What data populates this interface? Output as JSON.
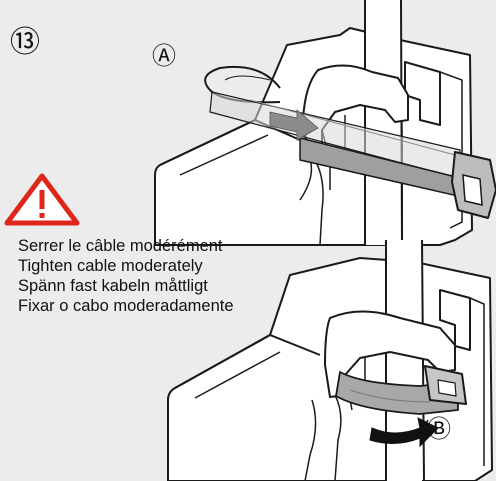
{
  "step": {
    "number": "⑬"
  },
  "callouts": {
    "a": "Ⓐ",
    "b": "Ⓑ"
  },
  "warning": {
    "icon": "warning-triangle-icon",
    "color": "#e0251b"
  },
  "instructions": [
    "Serrer le câble modérément",
    "Tighten cable moderately",
    "Spänn fast kabeln måttligt",
    "Fixar o cabo moderadamente"
  ]
}
